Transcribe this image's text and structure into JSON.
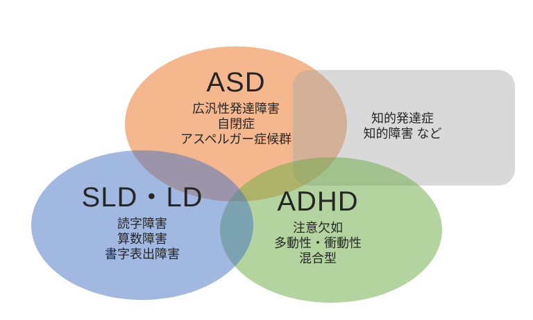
{
  "diagram": {
    "groups": [
      {
        "id": "asd",
        "title": "ASD",
        "items": [
          "広汎性発達障害",
          "自閉症",
          "アスペルガー症候群"
        ],
        "fill": "rgba(237,125,49,0.55)",
        "base_color": "#ED7D31"
      },
      {
        "id": "sld-ld",
        "title": "SLD・LD",
        "items": [
          "読字障害",
          "算数障害",
          "書字表出障害"
        ],
        "fill": "rgba(68,114,196,0.50)",
        "base_color": "#4472C4"
      },
      {
        "id": "adhd",
        "title": "ADHD",
        "items": [
          "注意欠如",
          "多動性・衝動性",
          "混合型"
        ],
        "fill": "rgba(112,173,71,0.52)",
        "base_color": "#70AD47"
      },
      {
        "id": "intellectual-disability",
        "title": "",
        "items": [
          "知的発達症",
          "知的障害 など"
        ],
        "fill": "rgba(166,166,166,0.43)",
        "base_color": "#A6A6A6"
      }
    ],
    "colors": {
      "text": "#262626",
      "background": "#FFFFFF",
      "asd_on_white": "#F5B68F",
      "sld_on_white": "#A0B4DC",
      "adhd_on_white": "#B4D4A0",
      "box_on_white": "#D9D9D9"
    }
  }
}
